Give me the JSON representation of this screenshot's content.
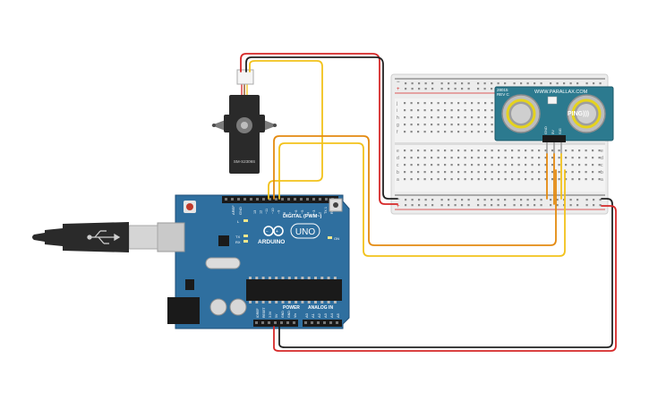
{
  "colors": {
    "board_blue": "#2f6f9f",
    "board_dark": "#1f4f78",
    "wire_red": "#d62828",
    "wire_black": "#222222",
    "wire_yellow": "#f2c21b",
    "wire_orange": "#e48a10",
    "sensor_teal": "#2c7a8f",
    "breadboard": "#eeeeee"
  },
  "servo": {
    "icon": "servo-motor-icon",
    "label": "SM-S2309S"
  },
  "arduino": {
    "logo_text": "ARDUINO",
    "model_text": "UNO",
    "digital_label": "DIGITAL (PWM~)",
    "power_label": "POWER",
    "analog_label": "ANALOG IN",
    "aref_label": "AREF",
    "gnd_label": "GND",
    "tx_label": "TX",
    "rx_label": "RX",
    "on_label": "ON",
    "l_label": "L",
    "digital_pins": [
      "13",
      "12",
      "~11",
      "~10",
      "~9",
      "8",
      "7",
      "~6",
      "~5",
      "4",
      "~3",
      "2",
      "TX 1",
      "RX 0"
    ],
    "power_pins": [
      "IOREF",
      "RESET",
      "3.3V",
      "5V",
      "GND",
      "GND",
      "Vin"
    ],
    "analog_pins": [
      "A0",
      "A1",
      "A2",
      "A3",
      "A4",
      "A5"
    ]
  },
  "sensor": {
    "brand_text": "WWW.PARALLAX.COM",
    "name_text": "PING)))",
    "chip_text": "28015",
    "rev_text": "REV C",
    "pins": [
      "GND",
      "5V",
      "SIG"
    ]
  },
  "breadboard": {
    "row_letters_top": [
      "j",
      "i",
      "h",
      "g",
      "f"
    ],
    "row_letters_bottom": [
      "e",
      "d",
      "c",
      "b",
      "a"
    ]
  },
  "usb": {
    "icon": "usb-symbol-icon"
  }
}
